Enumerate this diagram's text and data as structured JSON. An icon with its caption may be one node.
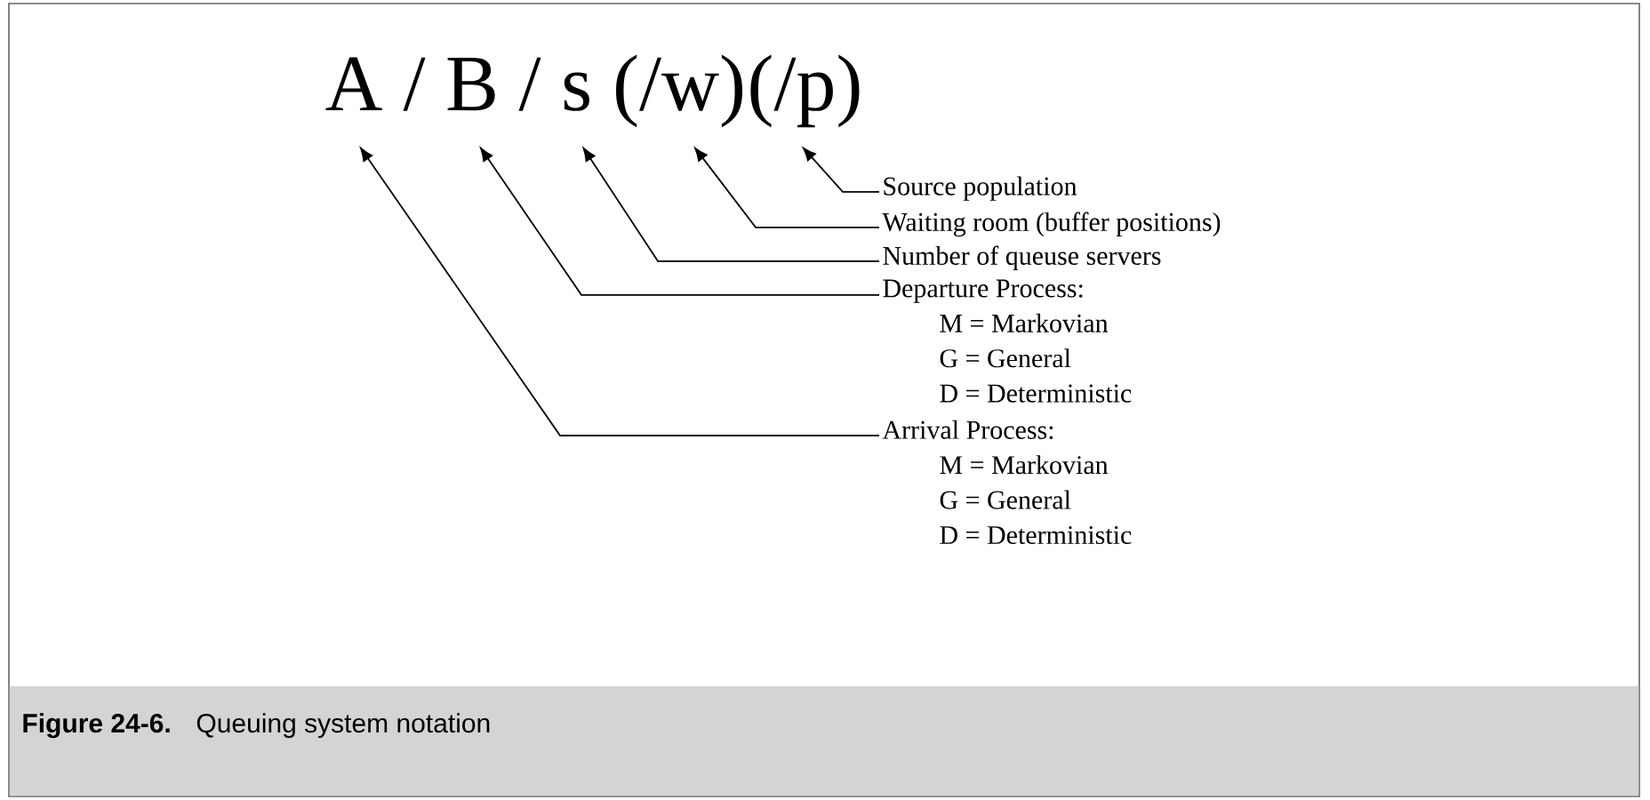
{
  "diagram": {
    "caption": "Queuing system notation",
    "nodes": [
      {
        "text": [
          "A"
        ]
      },
      {
        "text": [
          "B"
        ]
      },
      {
        "text": [
          "s"
        ]
      },
      {
        "text": [
          "(/w)"
        ]
      },
      {
        "text": [
          "(/p)"
        ]
      },
      {
        "text": [
          "Source population"
        ]
      },
      {
        "text": [
          "Waiting room (buffer positions)"
        ]
      },
      {
        "text": [
          "Number of queuse servers"
        ]
      },
      {
        "text": [
          "Departure Process:",
          "M = Markovian",
          "G = General",
          "D = Deterministic"
        ]
      },
      {
        "text": [
          "Arrival Process:",
          "M = Markovian",
          "G = General",
          "D = Deterministic"
        ]
      }
    ],
    "edges": [
      {
        "from": 5,
        "to": 4,
        "arrow": "to"
      },
      {
        "from": 6,
        "to": 3,
        "arrow": "to"
      },
      {
        "from": 7,
        "to": 2,
        "arrow": "to"
      },
      {
        "from": 8,
        "to": 1,
        "arrow": "to"
      },
      {
        "from": 9,
        "to": 0,
        "arrow": "to"
      }
    ],
    "labels": [
      "/",
      "/",
      "Figure 24-6."
    ]
  }
}
